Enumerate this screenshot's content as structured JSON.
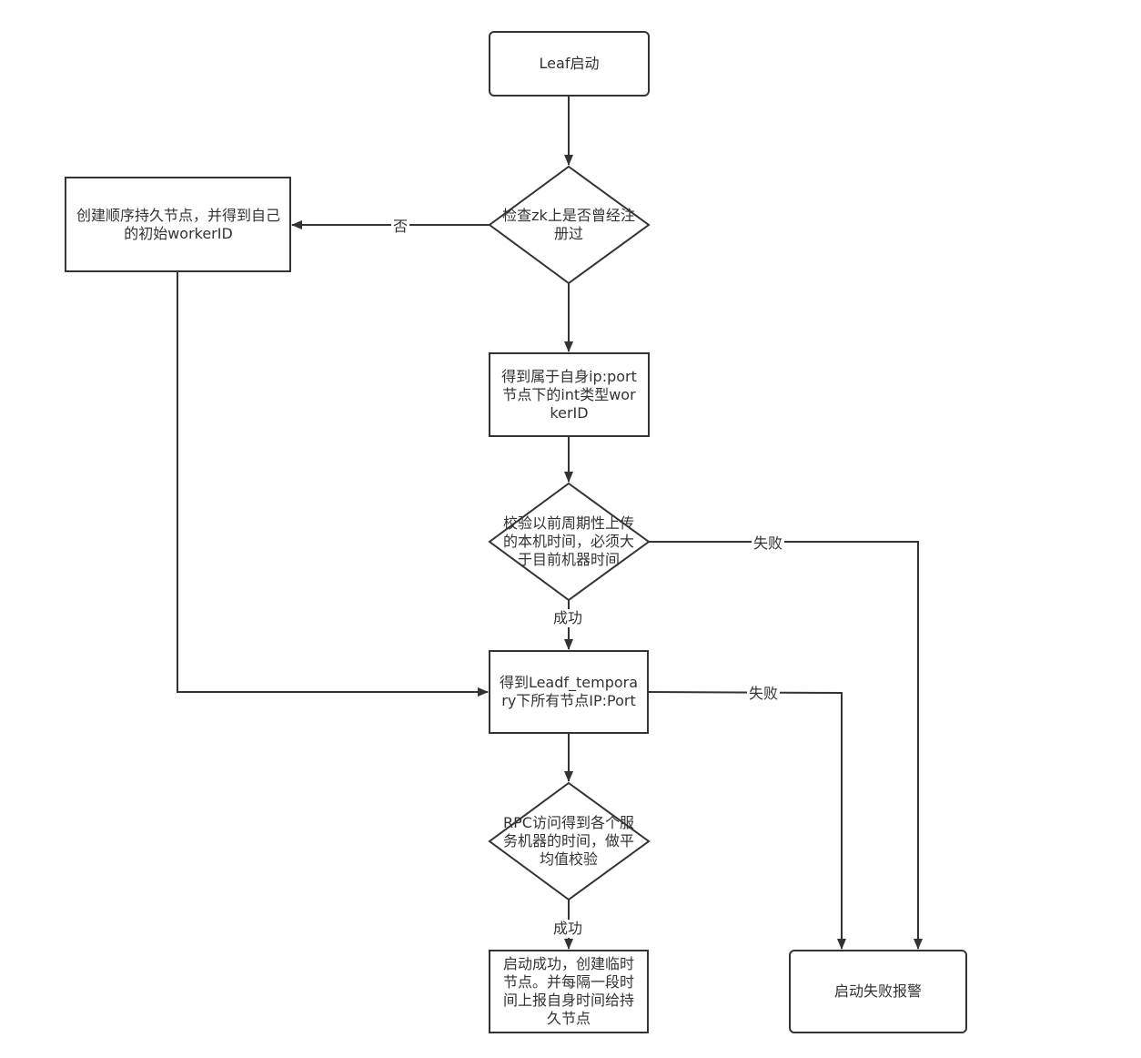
{
  "nodes": {
    "start": "Leaf启动",
    "check_zk": "检查zk上是否曾经注册过",
    "create_node": "创建顺序持久节点，并得到自己的初始workerID",
    "get_worker_id": "得到属于自身ip:port节点下的int类型workerID",
    "verify_time": "校验以前周期性上传的本机时间，必须大于目前机器时间",
    "get_temporary": "得到Leadf_temporary下所有节点IP:Port",
    "rpc_check": "RPC访问得到各个服务机器的时间，做平均值校验",
    "start_success": "启动成功，创建临时节点。并每隔一段时间上报自身时间给持久节点",
    "start_fail": "启动失败报警"
  },
  "edges": {
    "no": "否",
    "fail_1": "失败",
    "fail_2": "失败",
    "success_1": "成功",
    "success_2": "成功"
  }
}
